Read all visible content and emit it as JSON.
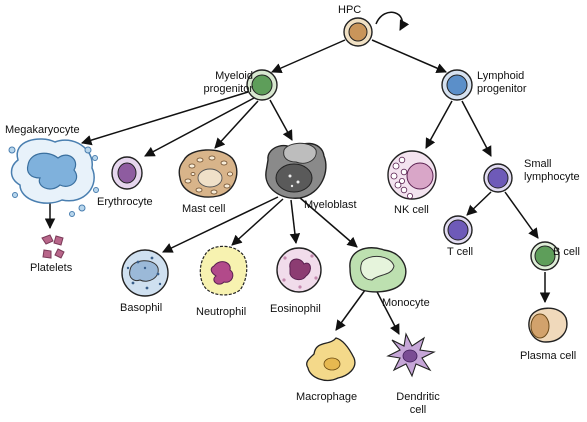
{
  "labels": {
    "hpc": "HPC",
    "myeloid_progenitor": "Myeloid\nprogenitor",
    "lymphoid_progenitor": "Lymphoid\nprogenitor",
    "megakaryocyte": "Megakaryocyte",
    "erythrocyte": "Erythrocyte",
    "mast_cell": "Mast cell",
    "myeloblast": "Myeloblast",
    "nk_cell": "NK cell",
    "small_lymphocyte": "Small\nlymphocyte",
    "platelets": "Platelets",
    "basophil": "Basophil",
    "neutrophil": "Neutrophil",
    "eosinophil": "Eosinophil",
    "monocyte": "Monocyte",
    "t_cell": "T cell",
    "b_cell": "B cell",
    "plasma_cell": "Plasma cell",
    "macrophage": "Macrophage",
    "dendritic_cell": "Dendritic\ncell"
  },
  "colors": {
    "hpc": "#c9955a",
    "myeloid": "#5e9e5a",
    "lymphoid": "#5b8fc9",
    "erythrocyte": "#8e5ca0",
    "mast": "#c49a6c",
    "myeloblast": "#6d6d6d",
    "megakaryocyte": "#b8d6ec",
    "platelet": "#9b4a6a",
    "basophil": "#8fb3d6",
    "neutrophil": "#f3ee9a",
    "eosinophil": "#d9aac8",
    "monocyte": "#a7cf9a",
    "macrophage": "#f1d37a",
    "dendritic": "#a57bb8",
    "lymphocyte": "#8c7ac9",
    "plasma": "#d9b48a"
  }
}
